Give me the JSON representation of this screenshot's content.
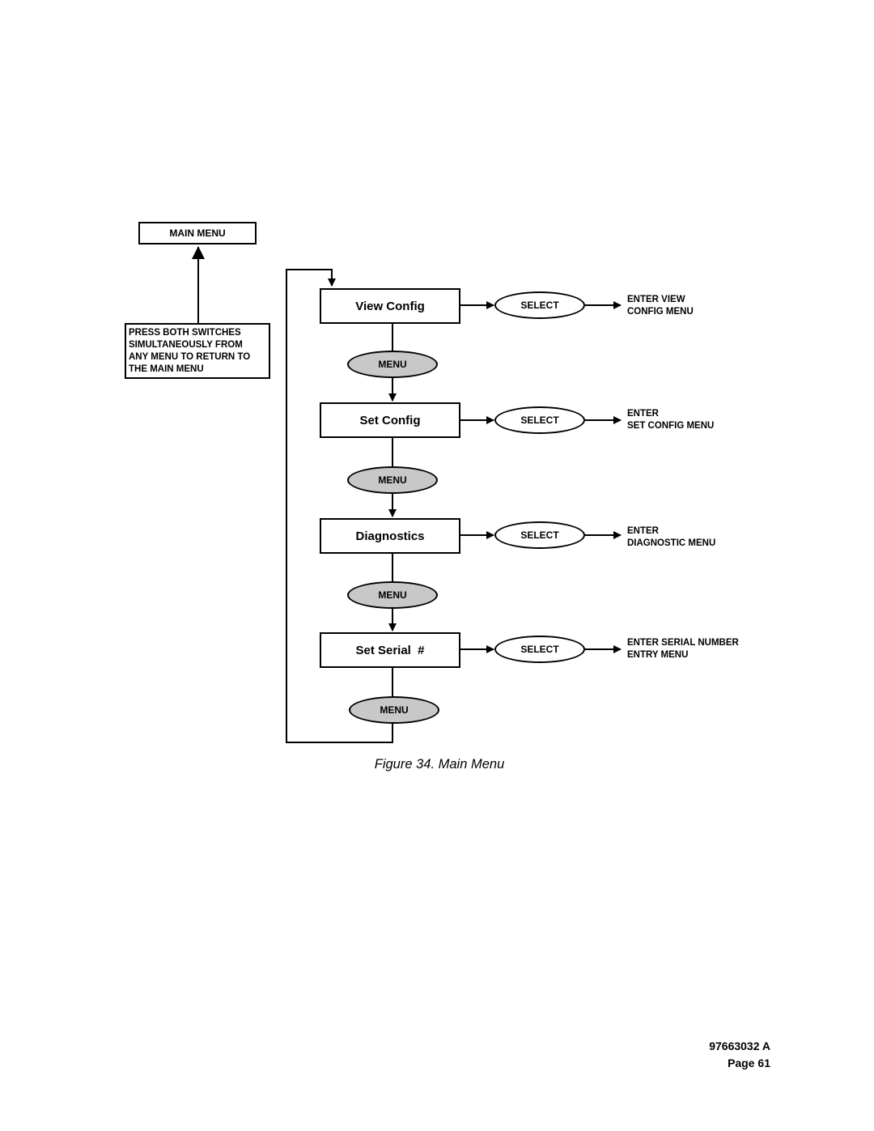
{
  "diagram": {
    "main_menu_label": "MAIN MENU",
    "return_note": [
      "PRESS BOTH SWITCHES",
      "SIMULTANEOUSLY FROM",
      "ANY MENU TO RETURN TO",
      "THE MAIN MENU"
    ],
    "states": [
      {
        "label": "View Config",
        "select_label": "SELECT",
        "result": [
          "ENTER VIEW",
          "CONFIG MENU"
        ],
        "menu_label": "MENU"
      },
      {
        "label": "Set Config",
        "select_label": "SELECT",
        "result": [
          "ENTER",
          "SET CONFIG MENU"
        ],
        "menu_label": "MENU"
      },
      {
        "label": "Diagnostics",
        "select_label": "SELECT",
        "result": [
          "ENTER",
          "DIAGNOSTIC MENU"
        ],
        "menu_label": "MENU"
      },
      {
        "label": "Set Serial  #",
        "select_label": "SELECT",
        "result": [
          "ENTER SERIAL NUMBER",
          "ENTRY MENU"
        ],
        "menu_label": "MENU"
      }
    ]
  },
  "caption": "Figure 34. Main Menu",
  "footer": {
    "doc_number": "97663032 A",
    "page": "Page 61"
  }
}
